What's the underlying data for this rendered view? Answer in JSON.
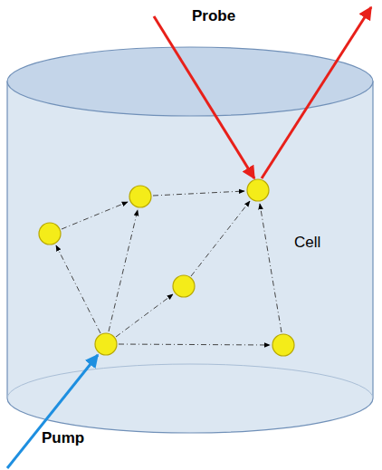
{
  "diagram": {
    "nodes": [
      {
        "text": [
          "Cell"
        ]
      }
    ],
    "labels": [
      "Probe",
      "Pump"
    ]
  }
}
